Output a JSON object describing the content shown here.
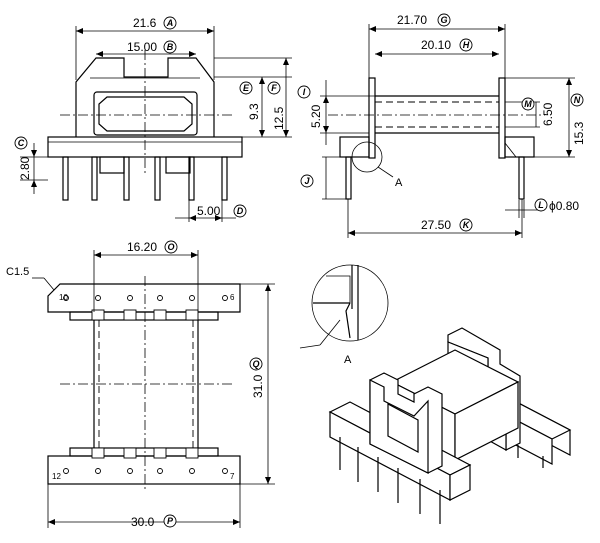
{
  "dimensions": [
    {
      "value": "21.6",
      "letter": "A"
    },
    {
      "value": "15.00",
      "letter": "B"
    },
    {
      "value": "2.80",
      "letter": "C"
    },
    {
      "value": "5.00",
      "letter": "D"
    },
    {
      "value": "9.3",
      "letter": "E"
    },
    {
      "value": "12.5",
      "letter": "F"
    },
    {
      "value": "21.70",
      "letter": "G"
    },
    {
      "value": "20.10",
      "letter": "H"
    },
    {
      "value": "5.20",
      "letter": "I"
    },
    {
      "value": "",
      "letter": "J"
    },
    {
      "value": "27.50",
      "letter": "K"
    },
    {
      "value": "ϕ0.80",
      "letter": "L"
    },
    {
      "value": "6.50",
      "letter": "M"
    },
    {
      "value": "15.3",
      "letter": "N"
    },
    {
      "value": "16.20",
      "letter": "O"
    },
    {
      "value": "30.0",
      "letter": "P"
    },
    {
      "value": "31.0",
      "letter": "Q"
    }
  ],
  "chamfer_label": "C1.5",
  "detail_label": "A",
  "pins": {
    "top_left": "10",
    "top_right": "6",
    "bottom_left": "12",
    "bottom_right": "7"
  }
}
